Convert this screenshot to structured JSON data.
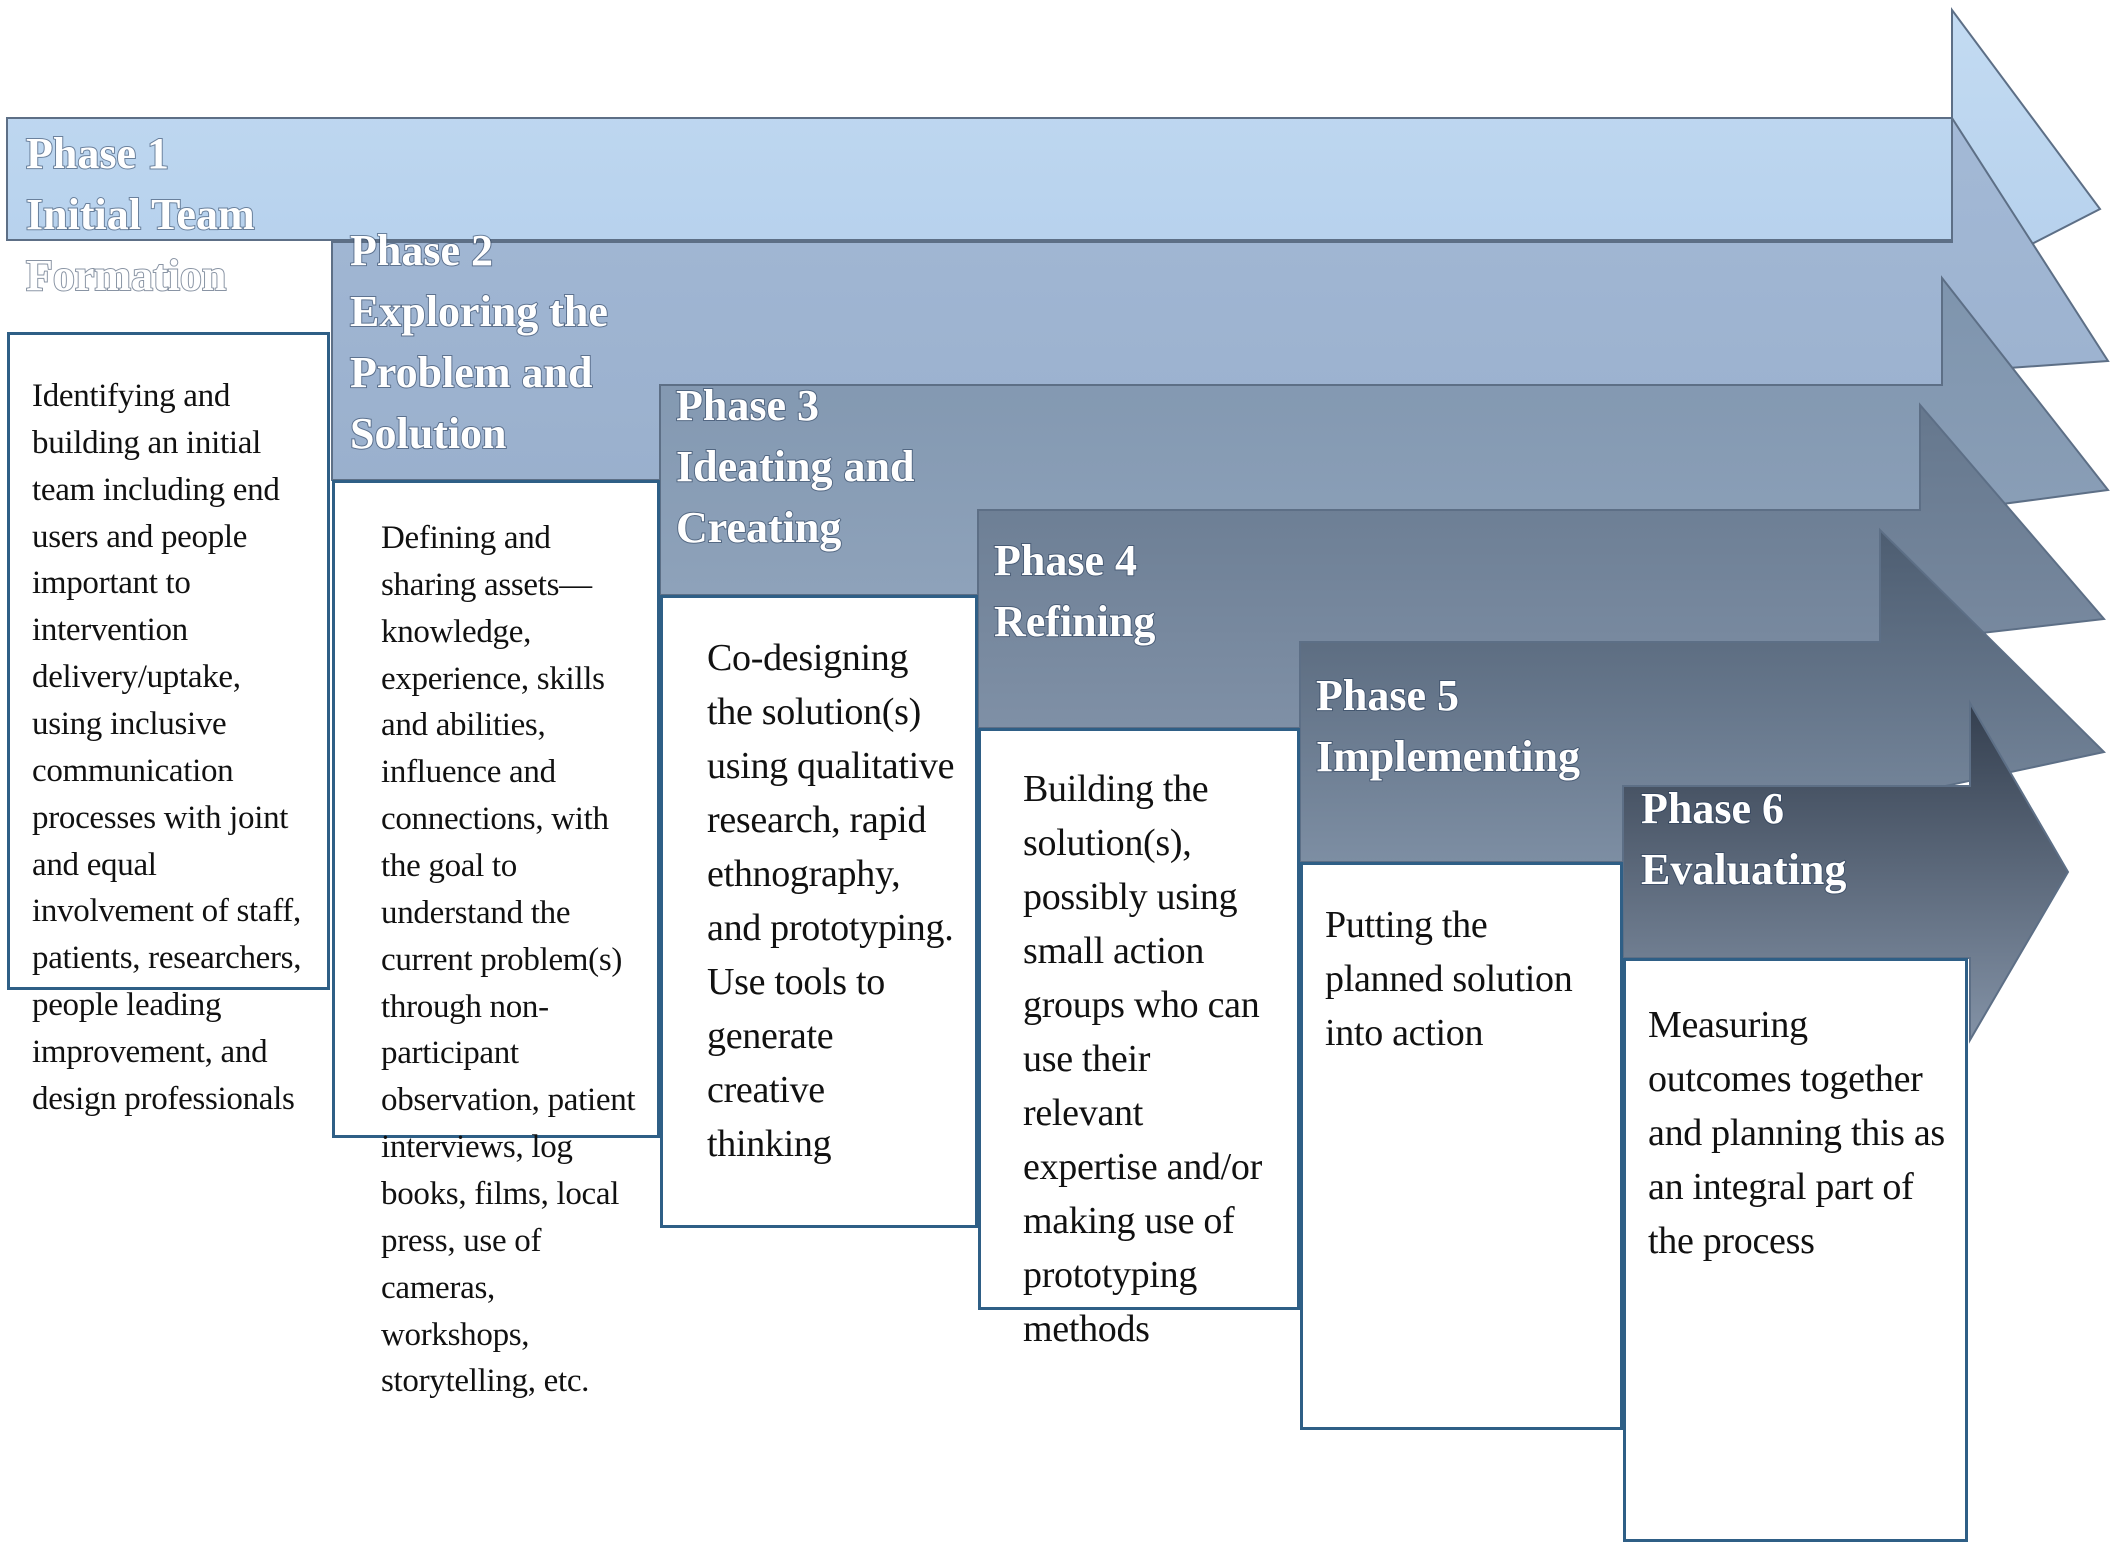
{
  "phases": [
    {
      "phase_label": "Phase 1",
      "title_lines": [
        "Initial Team",
        "Formation"
      ],
      "description": "Identifying and building an initial team including end users and people important to intervention delivery/uptake, using inclusive communication processes with joint and equal involvement of staff, patients, researchers, people leading improvement, and design professionals",
      "arrow_color": "#b9d4ef"
    },
    {
      "phase_label": "Phase 2",
      "title_lines": [
        "Exploring the",
        "Problem and",
        "Solution"
      ],
      "description": "Defining and sharing assets—knowledge, experience, skills and abilities, influence and connections, with the goal to understand the current problem(s) through non-participant observation, patient interviews, log books, films, local press, use of cameras, workshops, storytelling, etc.",
      "arrow_color": "#9fb5d3"
    },
    {
      "phase_label": "Phase 3",
      "title_lines": [
        "Ideating and",
        "Creating"
      ],
      "description": "Co-designing the solution(s) using qualitative research, rapid ethnography, and prototyping. Use tools to generate creative thinking",
      "arrow_color": "#8399b2"
    },
    {
      "phase_label": "Phase 4",
      "title_lines": [
        "Refining"
      ],
      "description": "Building the solution(s), possibly using small action groups who can use their relevant expertise and/or making use of prototyping methods",
      "arrow_color": "#6c7f96"
    },
    {
      "phase_label": "Phase 5",
      "title_lines": [
        "Implementing"
      ],
      "description": "Putting the planned solution into action",
      "arrow_color": "#56677c"
    },
    {
      "phase_label": "Phase 6",
      "title_lines": [
        "Evaluating"
      ],
      "description": "Measuring outcomes together and planning this as an integral part of the process",
      "arrow_color": "#3e4a5c"
    }
  ],
  "colors": {
    "box_border": "#2f5f86",
    "arrow_edge": "#5d6f86",
    "title_text": "#ffffff"
  }
}
